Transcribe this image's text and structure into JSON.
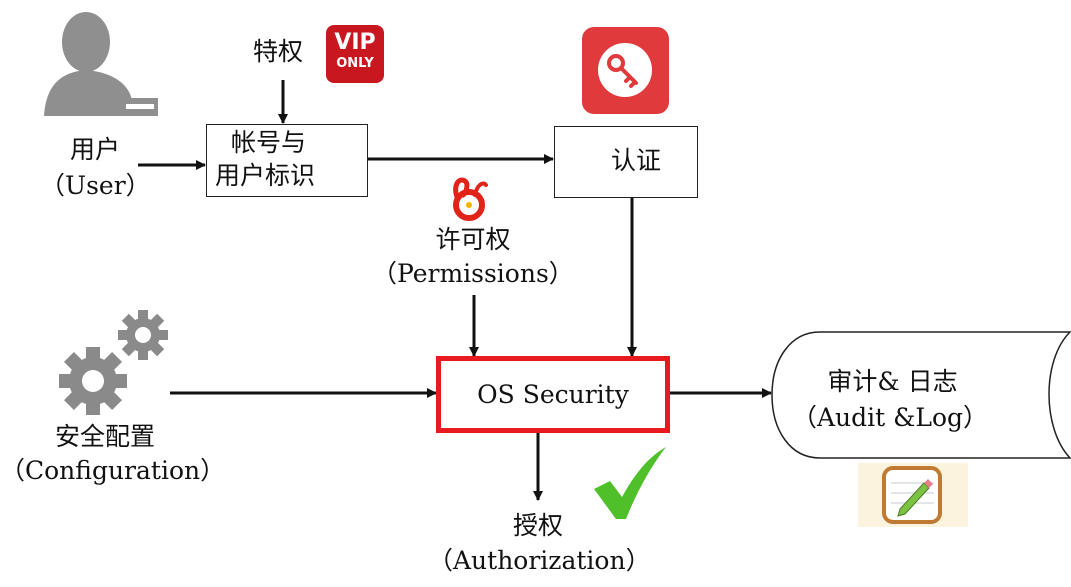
{
  "user": {
    "label_cn": "用户",
    "label_en": "（User）"
  },
  "privilege": {
    "label": "特权",
    "badge_top": "VIP",
    "badge_bottom": "ONLY"
  },
  "account": {
    "line1": "帐号与",
    "line2": "用户标识"
  },
  "auth": {
    "label": "认证"
  },
  "permissions": {
    "label_cn": "许可权",
    "label_en": "（Permissions）"
  },
  "config": {
    "label_cn": "安全配置",
    "label_en": "（Configuration）"
  },
  "os_security": {
    "label": "OS Security",
    "border_color": "#e8191f"
  },
  "audit": {
    "label_cn": "审计& 日志",
    "label_en": "（Audit &Log）"
  },
  "authorization": {
    "label_cn": "授权",
    "label_en": "（Authorization）"
  },
  "colors": {
    "key_app": "#e03a3c",
    "vip": "#c8171e",
    "check": "#4fbf2a",
    "gear": "#8a8a8a",
    "user_icon": "#8f8f8f"
  }
}
